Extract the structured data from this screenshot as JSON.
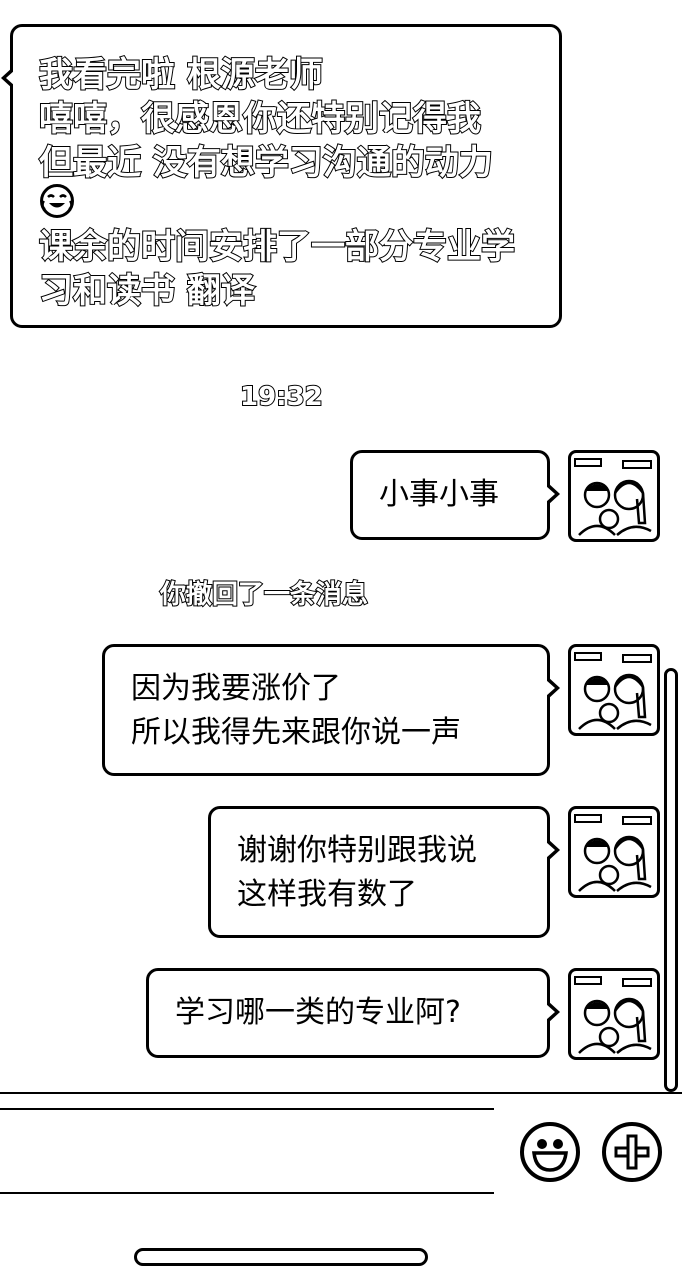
{
  "incoming": {
    "lines": [
      "我看完啦 根源老师",
      "嘻嘻，很感恩你还特别记得我",
      "但最近 没有想学习沟通的动力",
      "课余的时间安排了一部分专业学",
      "习和读书 翻译"
    ],
    "emoji": "laughing-tears-icon"
  },
  "timestamp": "19:32",
  "recall_notice": "你撤回了一条消息",
  "outgoing": [
    {
      "lines": [
        "小事小事"
      ]
    },
    {
      "lines": [
        "因为我要涨价了",
        "所以我得先来跟你说一声"
      ]
    },
    {
      "lines": [
        "谢谢你特别跟我说",
        "这样我有数了"
      ]
    },
    {
      "lines": [
        "学习哪一类的专业阿?"
      ]
    }
  ],
  "icons": {
    "emoji_button": "smiley-icon",
    "more_button": "plus-icon",
    "avatar": "cartoon-family-avatar"
  }
}
